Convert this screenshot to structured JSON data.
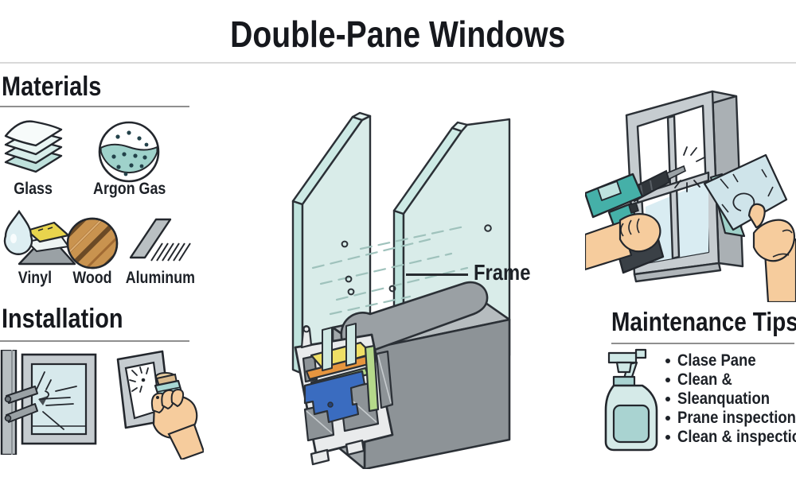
{
  "title": "Double-Pane Windows",
  "sections": {
    "materials": {
      "heading": "Materials",
      "items": [
        {
          "label": "Glass",
          "icon": "glass-panes-icon"
        },
        {
          "label": "Argon Gas",
          "icon": "argon-gas-icon"
        },
        {
          "label": "Vinyl",
          "icon": "vinyl-icon"
        },
        {
          "label": "Wood",
          "icon": "wood-grain-icon"
        },
        {
          "label": "Aluminum",
          "icon": "aluminum-bar-icon"
        }
      ]
    },
    "installation": {
      "heading": "Installation",
      "illustrations": [
        "window-install-hinges-illustration",
        "caulk-spray-corner-illustration"
      ]
    },
    "diagram": {
      "frame_label": "Frame",
      "description_icon": "double-pane-cross-section-illustration"
    },
    "maintenance": {
      "heading": "Maintenance Tips",
      "icon": "spray-bottle-icon",
      "illustration": "drill-and-clean-window-illustration",
      "tips": [
        "Clase Pane",
        "Clean &",
        "Sleanquation",
        "Prane inspection",
        "Clean & inspection"
      ]
    }
  },
  "colors": {
    "ink": "#23272d",
    "title_text": "#16181d",
    "divider": "#d9d9d9",
    "heading_underline": "#8f8f8f",
    "glass_fill": "#d9ece9",
    "glass_edge": "#b4dbd5",
    "teal_accent": "#9fd2cb",
    "gray_light": "#c6ccd0",
    "gray_mid": "#9aa1a5",
    "gray_dark": "#8d9397",
    "skin": "#f6cc9d",
    "drill_teal": "#45b0a8",
    "wood_tan": "#c9934f",
    "wood_dark": "#6b4a26",
    "sash_yellow": "#efdf66",
    "seal_orange": "#e6953f",
    "seal_green": "#b5d98a",
    "channel_blue": "#3a6cc0"
  }
}
